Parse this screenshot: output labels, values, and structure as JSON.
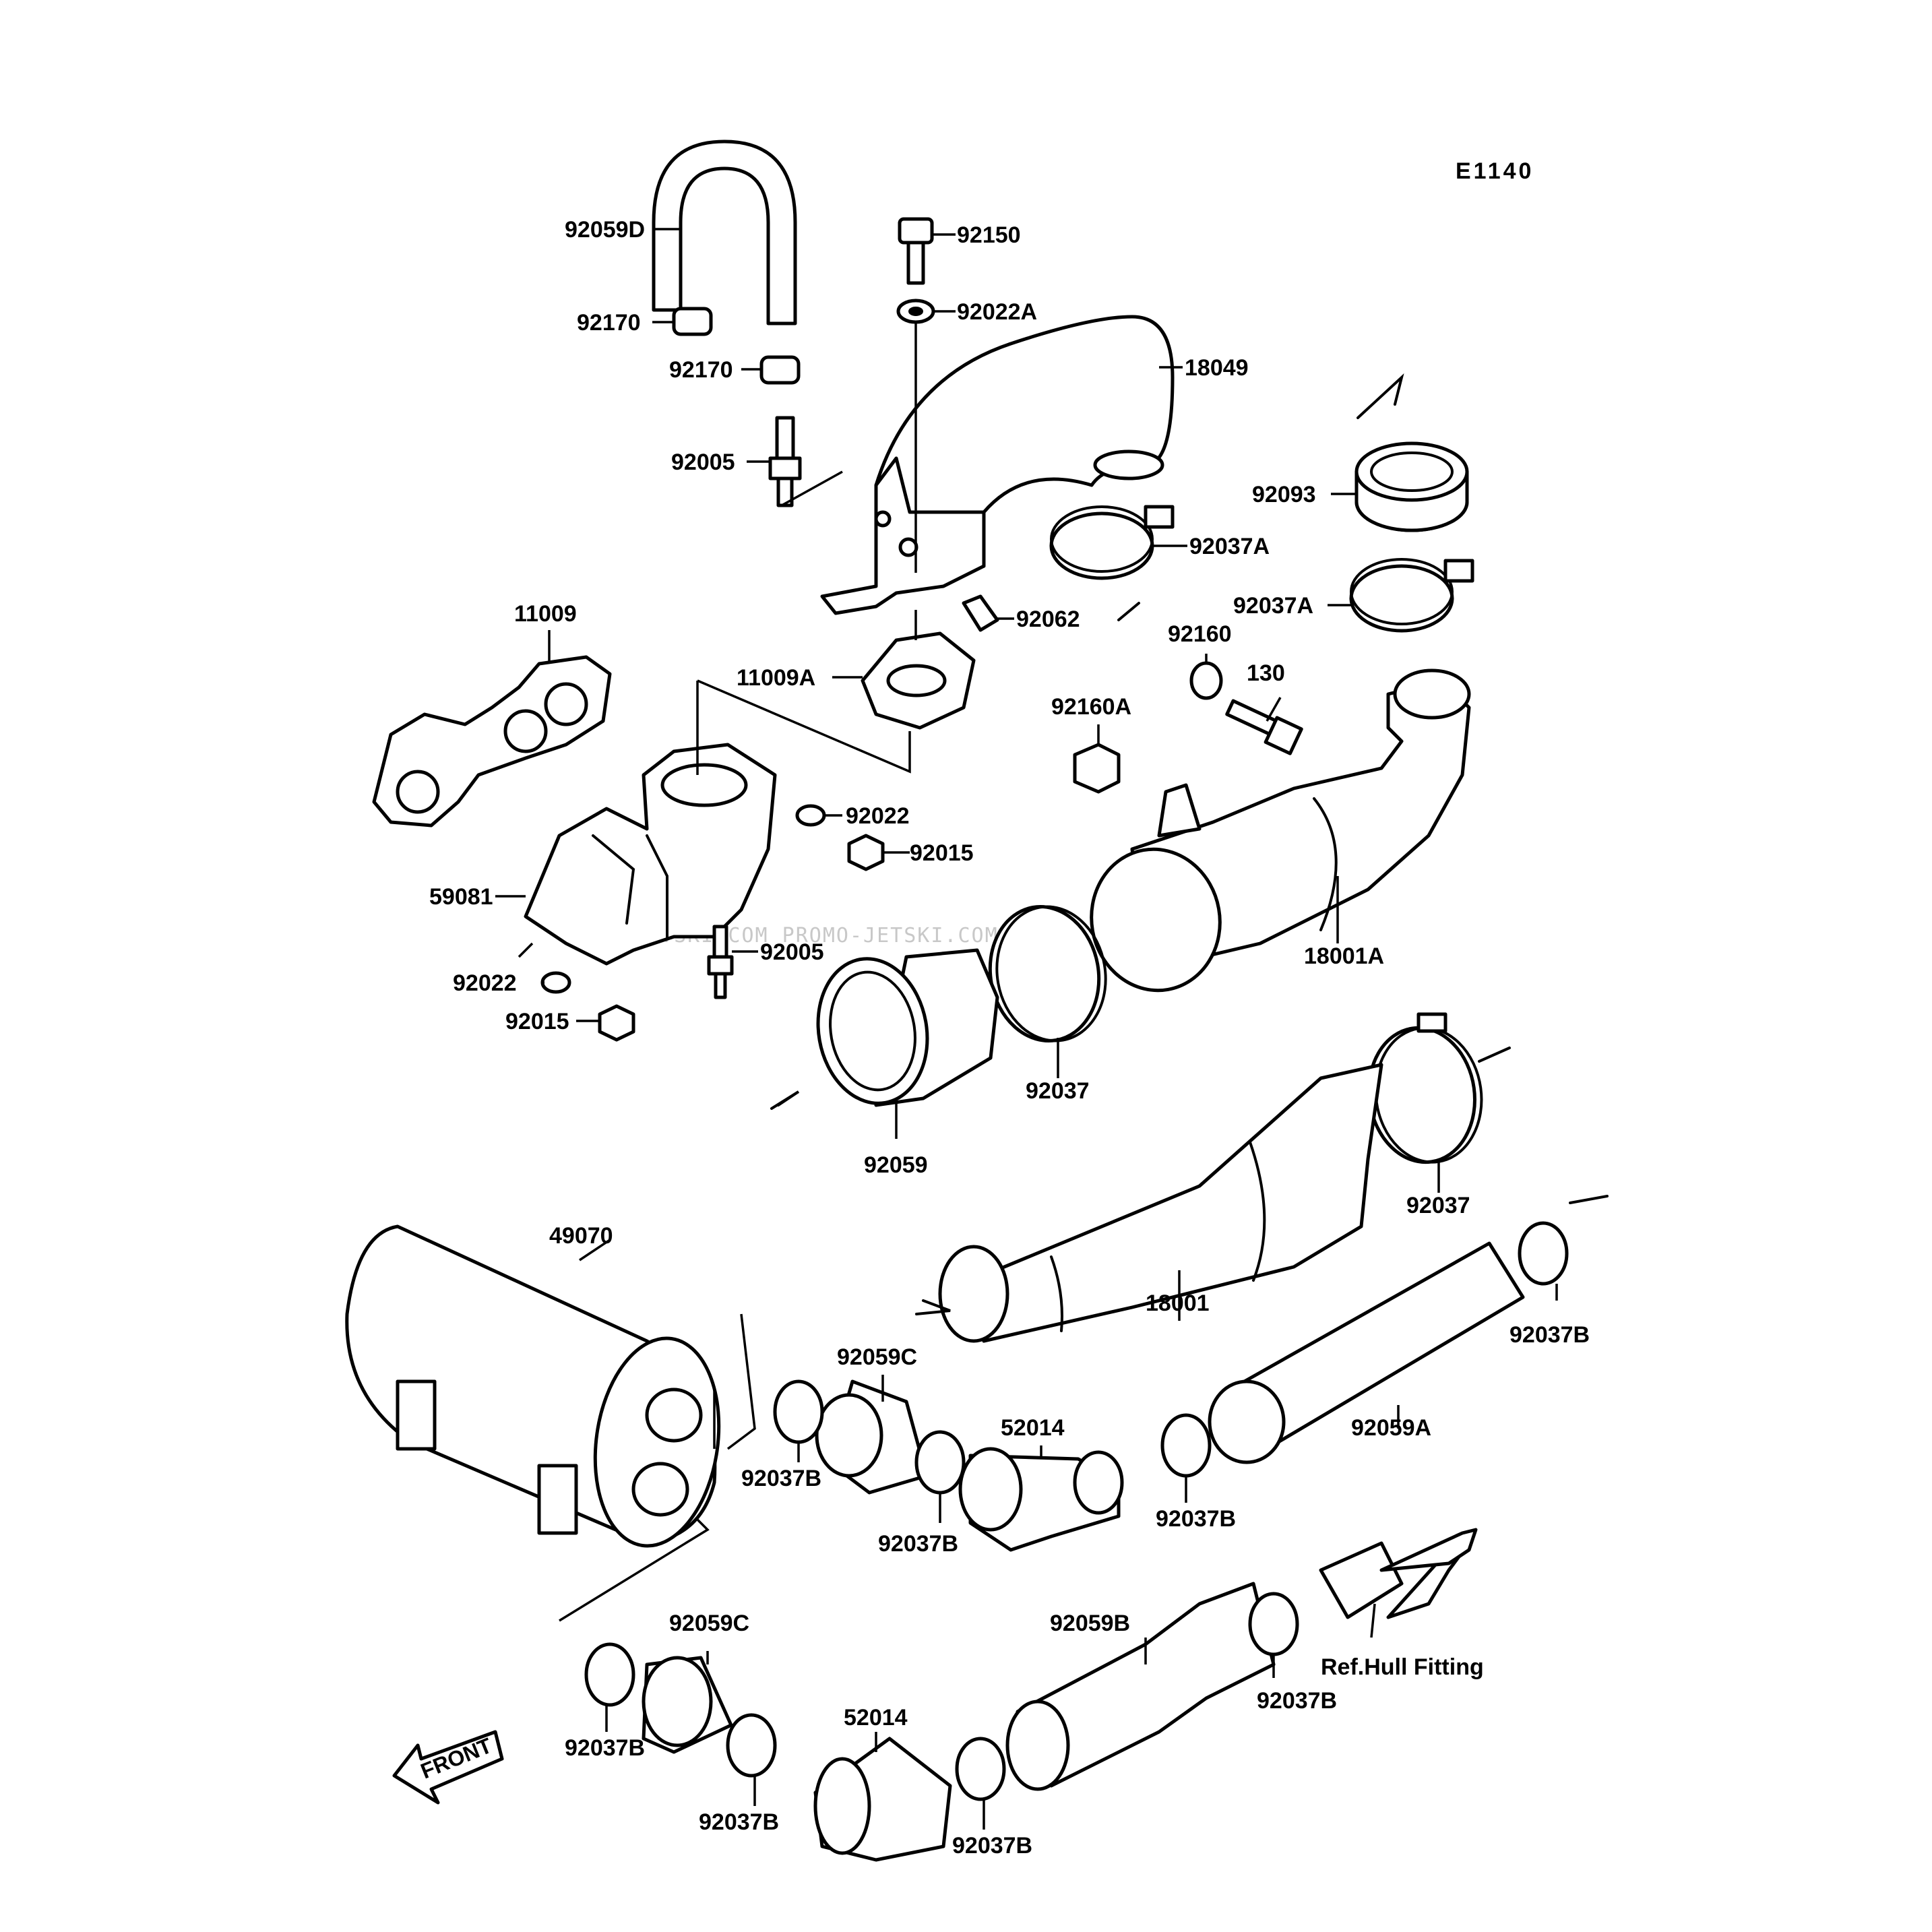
{
  "diagram": {
    "code": "E1140",
    "watermark": "JETSKI.COM  PROMO-JETSKI.COM  PROMO-JETSKI.COM",
    "front_label": "FRONT",
    "hull_fitting_label": "Ref.Hull Fitting"
  },
  "parts": [
    "92059D",
    "92150",
    "92022A",
    "92170",
    "92170",
    "18049",
    "92005",
    "92093",
    "92037A",
    "92037A",
    "92062",
    "11009",
    "11009A",
    "92160",
    "130",
    "92160A",
    "92022",
    "92015",
    "59081",
    "92005",
    "92022",
    "92015",
    "18001A",
    "92037",
    "92059",
    "92037",
    "18001",
    "49070",
    "92059C",
    "52014",
    "92037B",
    "92037B",
    "92037B",
    "92059A",
    "92037B",
    "92059B",
    "92059C",
    "92037B",
    "52014",
    "92037B",
    "92037B",
    "92037B"
  ]
}
